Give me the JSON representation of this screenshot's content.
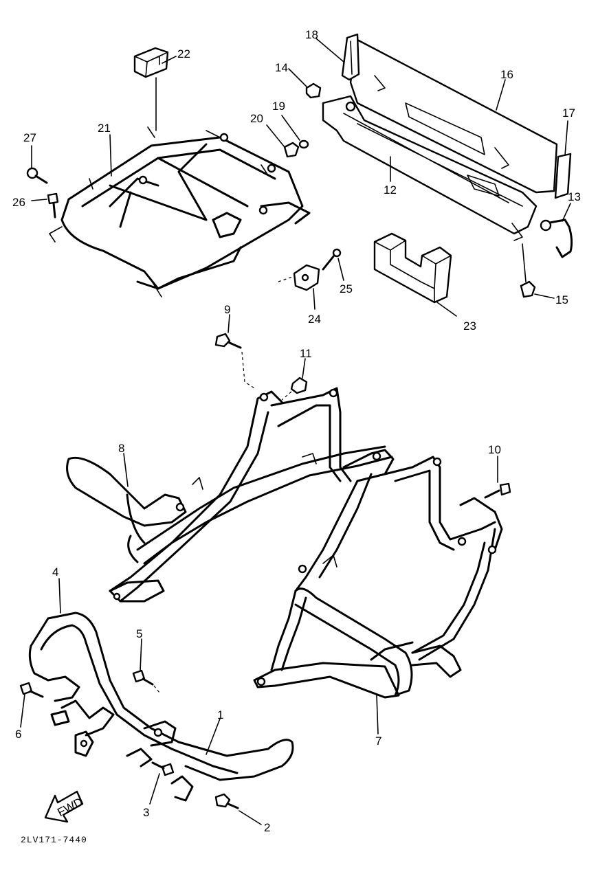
{
  "labels": {
    "p1": "1",
    "p2": "2",
    "p3": "3",
    "p4": "4",
    "p5": "5",
    "p6": "6",
    "p7": "7",
    "p8": "8",
    "p9": "9",
    "p10": "10",
    "p11": "11",
    "p12": "12",
    "p13": "13",
    "p14": "14",
    "p15": "15",
    "p16": "16",
    "p17": "17",
    "p18": "18",
    "p19": "19",
    "p20": "20",
    "p21": "21",
    "p22": "22",
    "p23": "23",
    "p24": "24",
    "p25": "25",
    "p26": "26",
    "p27": "27"
  },
  "fwd_arrow": "FWD",
  "diagram_code": "2LV171-7440"
}
